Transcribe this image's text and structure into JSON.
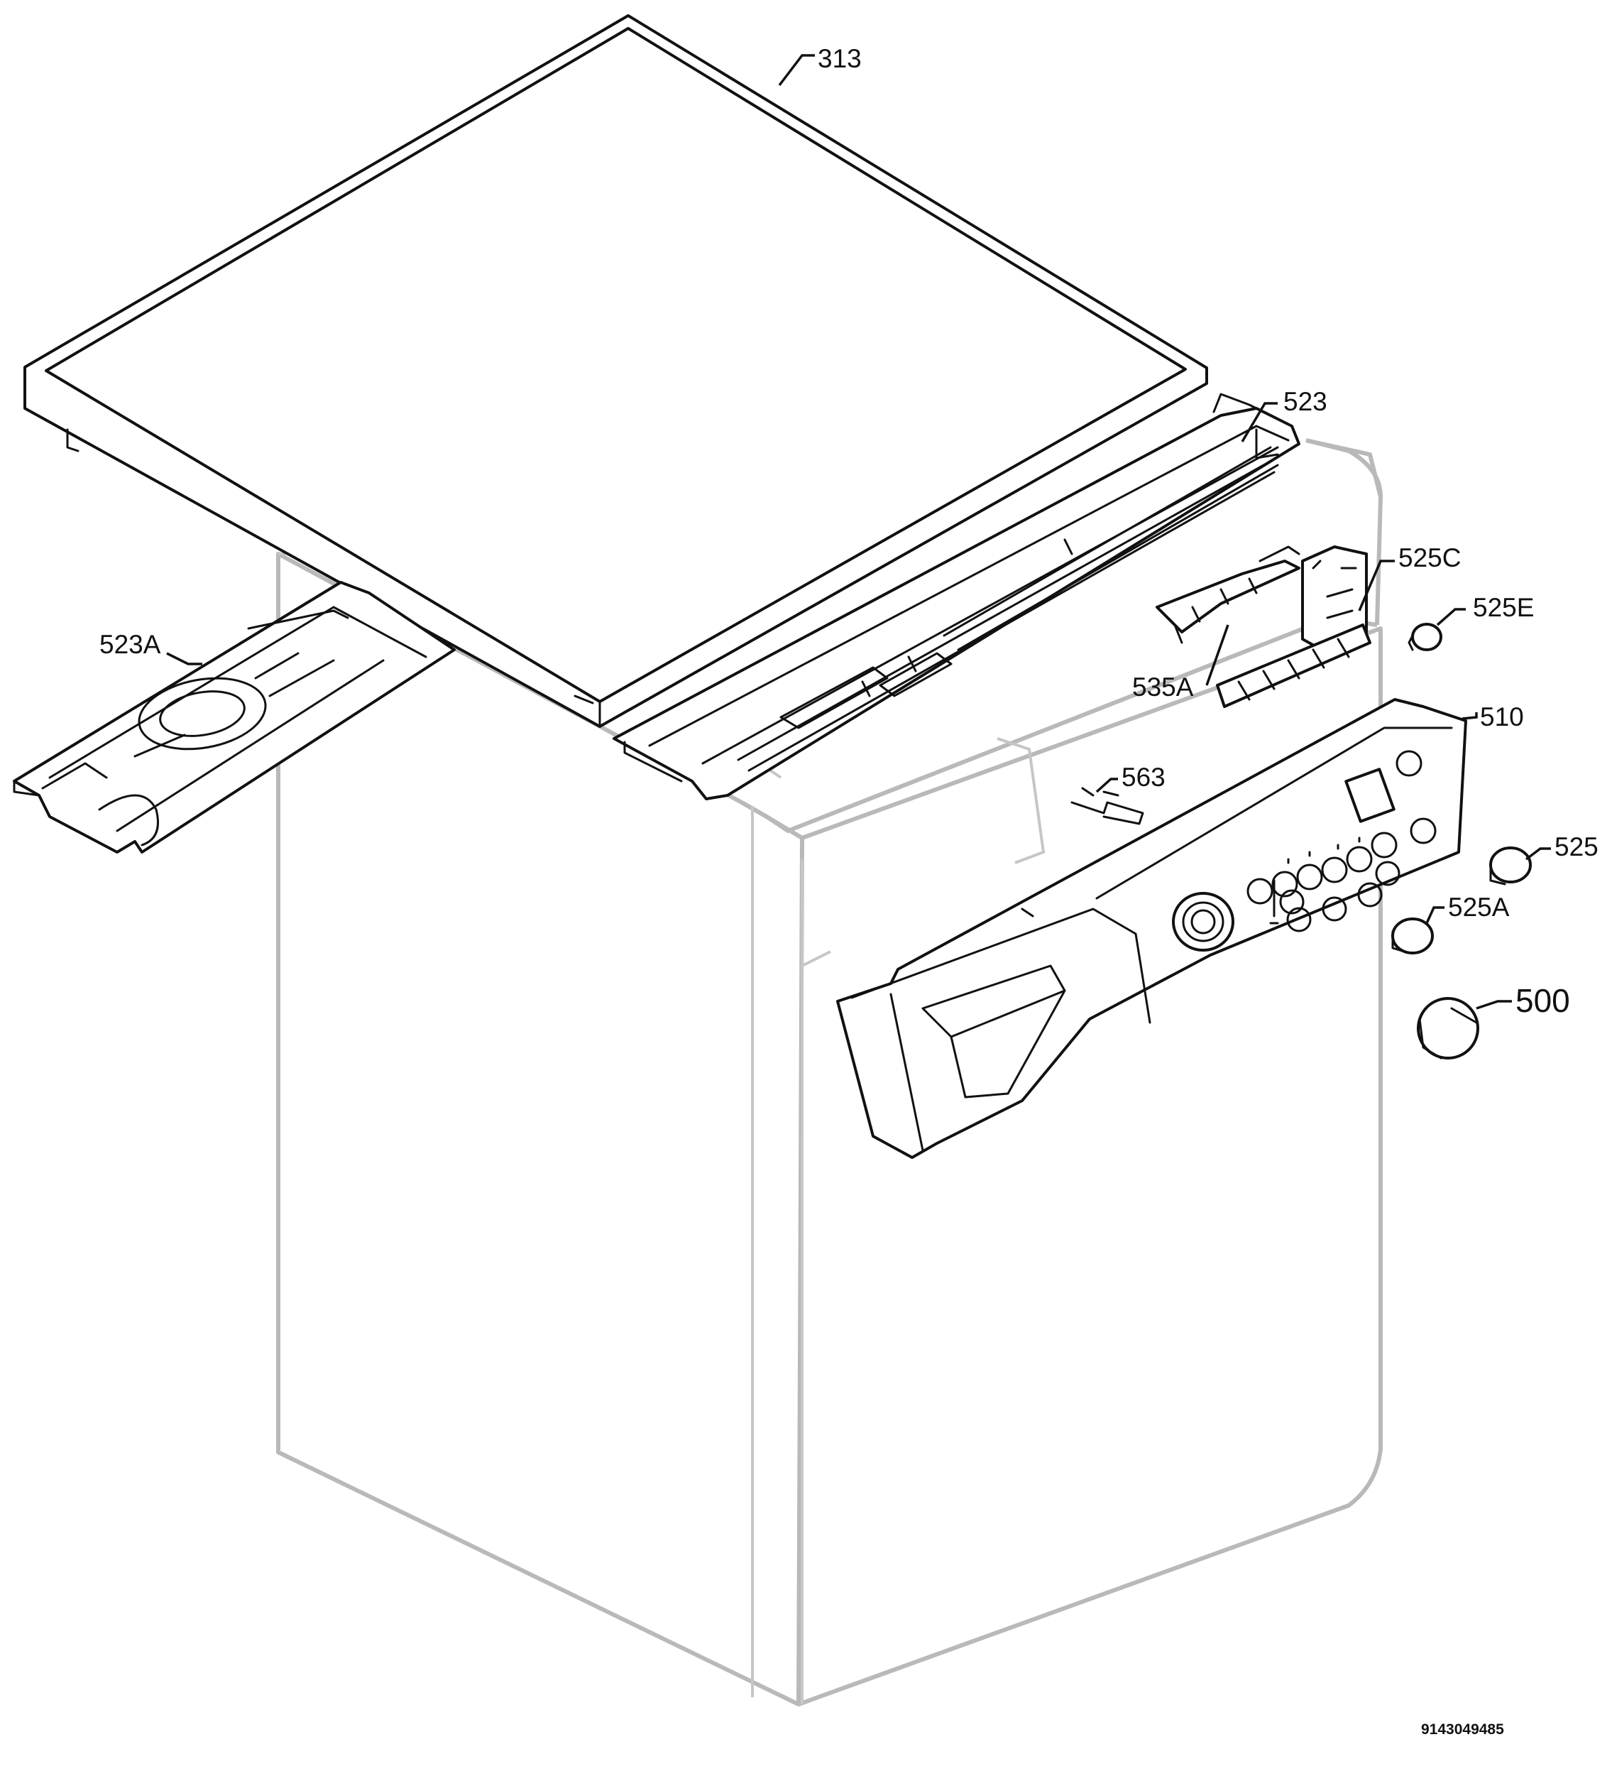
{
  "labels": {
    "p313": "313",
    "p523": "523",
    "p523A": "523A",
    "p525C": "525C",
    "p525E": "525E",
    "p535A": "535A",
    "p510": "510",
    "p563": "563",
    "p525": "525",
    "p525A": "525A",
    "p500": "500"
  },
  "document_number": "9143049485"
}
